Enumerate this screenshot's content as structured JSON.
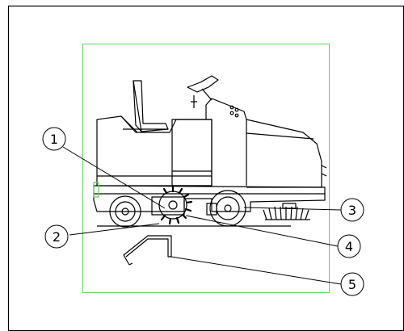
{
  "callouts": [
    {
      "label": "1",
      "part": "main-broom-brush"
    },
    {
      "label": "2",
      "part": "main-broom-access-door"
    },
    {
      "label": "3",
      "part": "side-broom"
    },
    {
      "label": "4",
      "part": "broom-strike-line"
    },
    {
      "label": "5",
      "part": "broom-adjustment-tool"
    }
  ],
  "colors": {
    "outline": "#000000",
    "frame": "#58d858",
    "accent": "#58d858"
  }
}
